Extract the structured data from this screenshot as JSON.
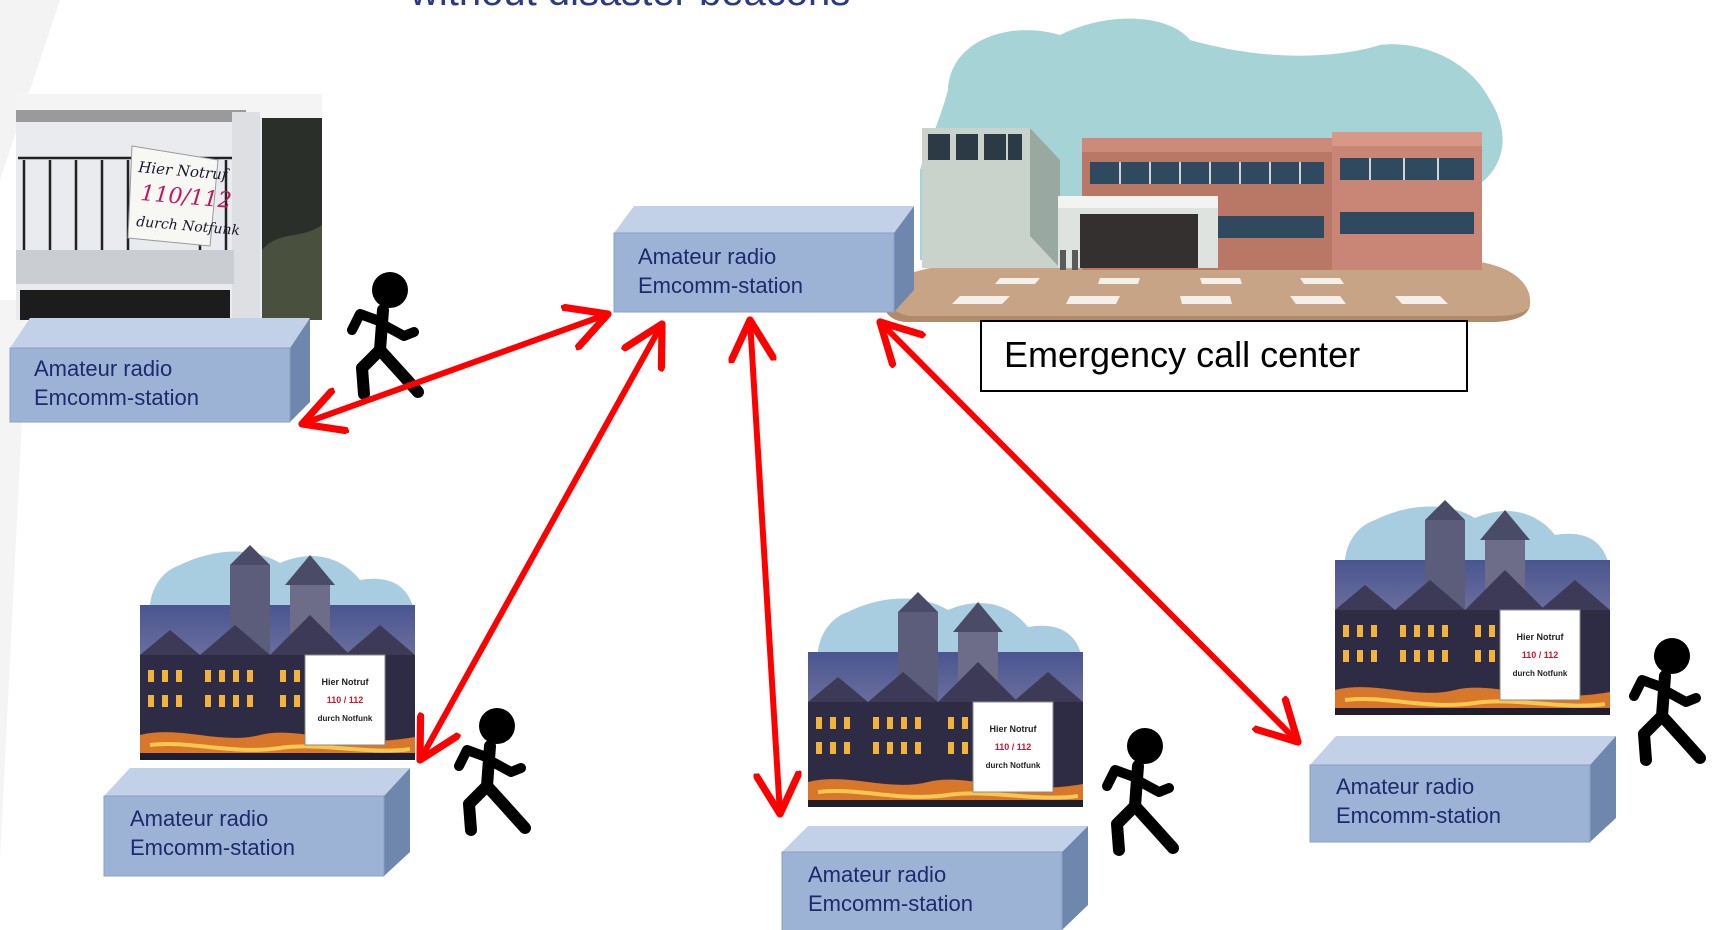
{
  "title": "without disaster beacons",
  "callout": {
    "label": "Emergency call center"
  },
  "stations": [
    {
      "line1": "Amateur radio",
      "line2": "Emcomm-station"
    },
    {
      "line1": "Amateur radio",
      "line2": "Emcomm-station"
    },
    {
      "line1": "Amateur radio",
      "line2": "Emcomm-station"
    },
    {
      "line1": "Amateur radio",
      "line2": "Emcomm-station"
    },
    {
      "line1": "Amateur radio",
      "line2": "Emcomm-station"
    }
  ],
  "banner": {
    "line1": "Hier Notruf",
    "line2": "110/112",
    "line3": "durch Notfunk"
  },
  "sign": {
    "line1": "Hier Notruf",
    "line2": "110 / 112",
    "line3": "durch Notfunk"
  },
  "colors": {
    "box_front": "#9db3d6",
    "box_side": "#6f86ad",
    "arrow": "#ff0000",
    "title": "#2b3b82"
  }
}
